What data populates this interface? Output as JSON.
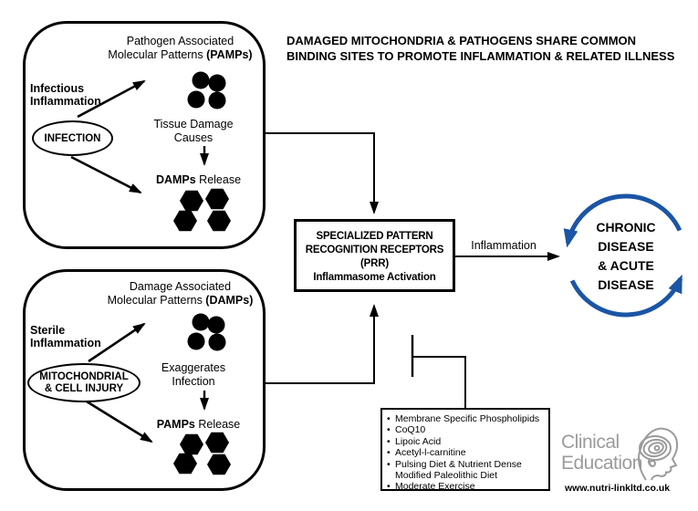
{
  "title": {
    "line1": "DAMAGED MITOCHONDRIA & PATHOGENS SHARE COMMON",
    "line2": "BINDING SITES TO PROMOTE INFLAMMATION & RELATED ILLNESS"
  },
  "infection_panel": {
    "heading_line1": "Pathogen Associated",
    "heading_line2_prefix": "Molecular Patterns ",
    "heading_line2_bold": "(PAMPs)",
    "side_label_line1": "Infectious",
    "side_label_line2": "Inflammation",
    "ellipse_label": "INFECTION",
    "mid_label_line1": "Tissue Damage",
    "mid_label_line2": "Causes",
    "release_bold": "DAMPs",
    "release_rest": " Release"
  },
  "injury_panel": {
    "heading_line1": "Damage Associated",
    "heading_line2_prefix": "Molecular Patterns ",
    "heading_line2_bold": "(DAMPs)",
    "side_label_line1": "Sterile",
    "side_label_line2": "Inflammation",
    "ellipse_line1": "MITOCHONDRIAL",
    "ellipse_line2": "& CELL INJURY",
    "mid_label_line1": "Exaggerates",
    "mid_label_line2": "Infection",
    "release_bold": "PAMPs",
    "release_rest": " Release"
  },
  "prr_box": {
    "line1": "SPECIALIZED PATTERN",
    "line2": "RECOGNITION RECEPTORS",
    "line3": "(PRR)",
    "line4": "Inflammasome Activation"
  },
  "inflammation_label": "Inflammation",
  "disease_cycle": {
    "line1": "CHRONIC",
    "line2": "DISEASE",
    "line3": "& ACUTE",
    "line4": "DISEASE"
  },
  "interventions": {
    "rows": [
      {
        "bullet": "•",
        "text": "Membrane Specific Phospholipids"
      },
      {
        "bullet": "•",
        "text": "CoQ10"
      },
      {
        "bullet": "•",
        "text": "Lipoic Acid"
      },
      {
        "bullet": "•",
        "text": "Acetyl-l-carnitine"
      },
      {
        "bullet": "•",
        "text": "Pulsing Diet & Nutrient Dense"
      },
      {
        "bullet": "",
        "text": "Modified Paleolithic Diet"
      },
      {
        "bullet": "•",
        "text": "Moderate Exercise"
      }
    ]
  },
  "logo": {
    "line1": "Clinical",
    "line2": "Education",
    "url": "www.nutri-linkltd.co.uk"
  },
  "colors": {
    "accent-blue": "#1b55a5",
    "logo-gray": "#9b9b9b"
  }
}
